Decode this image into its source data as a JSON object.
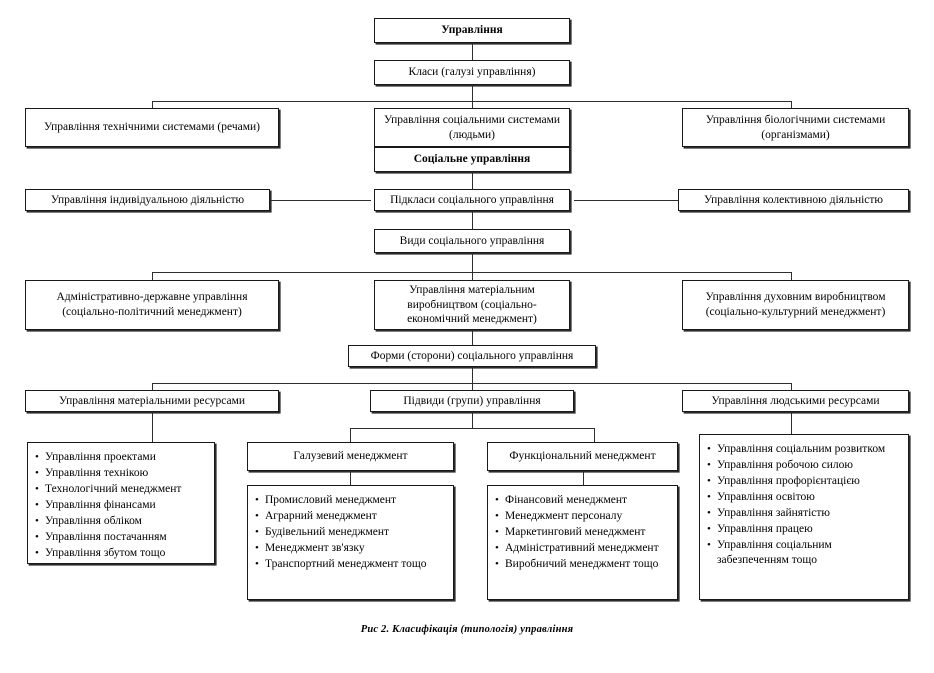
{
  "figure": {
    "caption": "Рис 2. Класифікація (типологія) управління"
  },
  "nodes": {
    "root": "Управління",
    "classes_label": "Класи (галузі управління)",
    "class_technical": "Управління технічними системами (речами)",
    "class_social": "Управління соціальними системами (людьми)",
    "class_social_sub": "Соціальне управління",
    "class_biological": "Управління біологічними системами (організмами)",
    "subclasses_label": "Підкласи соціального управління",
    "subclass_individual": "Управління індивідуальною діяльністю",
    "subclass_collective": "Управління колективною діяльністю",
    "kinds_label": "Види соціального управління",
    "kind_admin_state": "Адміністративно-державне управління (соціально-політичний менеджмент)",
    "kind_material_production": "Управління матеріальним виробництвом (соціально-економічний менеджмент)",
    "kind_spiritual_production": "Управління духовним виробництвом (соціально-культурний менеджмент)",
    "forms_label": "Форми (сторони) соціального управління",
    "form_material_resources": "Управління матеріальними ресурсами",
    "form_subtypes_label": "Підвиди (групи) управління",
    "form_human_resources": "Управління людськими ресурсами",
    "subtype_branch": "Галузевий менеджмент",
    "subtype_functional": "Функціональний менеджмент"
  },
  "lists": {
    "material_resources": [
      "Управління проектами",
      "Управління технікою",
      "Технологічний менеджмент",
      "Управління фінансами",
      "Управління обліком",
      "Управління постачанням",
      "Управління збутом тощо"
    ],
    "branch_management": [
      "Промисловий менеджмент",
      "Аграрний менеджмент",
      "Будівельний менеджмент",
      "Менеджмент зв'язку",
      "Транспортний менеджмент тощо"
    ],
    "functional_management": [
      "Фінансовий менеджмент",
      "Менеджмент персоналу",
      "Маркетинговий менеджмент",
      "Адміністративний менеджмент",
      "Виробничий менеджмент тощо"
    ],
    "human_resources": [
      "Управління соціальним розвитком",
      "Управління робочою силою",
      "Управління профорієнтацією",
      "Управління освітою",
      "Управління зайнятістю",
      "Управління працею",
      "Управління соціальним забезпеченням тощо"
    ]
  },
  "colors": {
    "box_border": "#1a1a1a",
    "box_shadow": "#2b2b2b",
    "connector": "#2e2e2e",
    "background": "#ffffff"
  }
}
